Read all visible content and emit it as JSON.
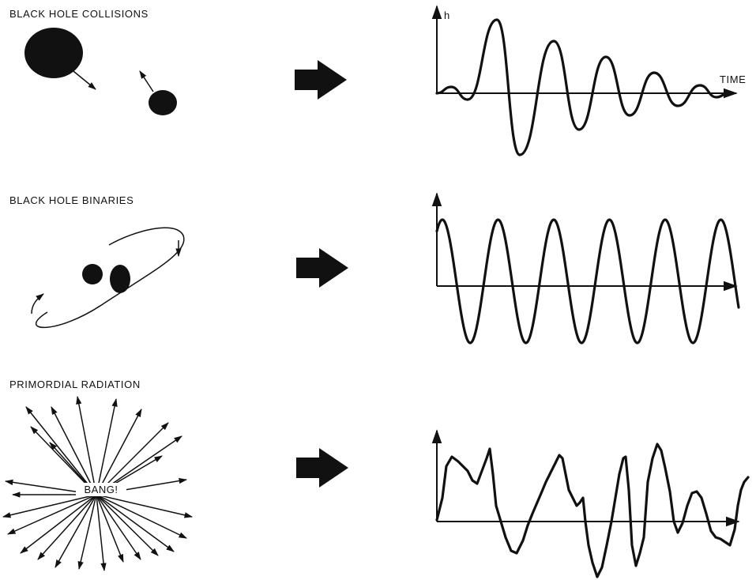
{
  "panels": [
    {
      "label": "BLACK HOLE COLLISIONS"
    },
    {
      "label": "BLACK HOLE BINARIES"
    },
    {
      "label": "PRIMORDIAL RADIATION",
      "burst_text": "BANG!"
    }
  ],
  "axes": {
    "y_label": "h",
    "x_label": "TIME"
  },
  "colors": {
    "ink": "#111111",
    "background": "#ffffff"
  }
}
